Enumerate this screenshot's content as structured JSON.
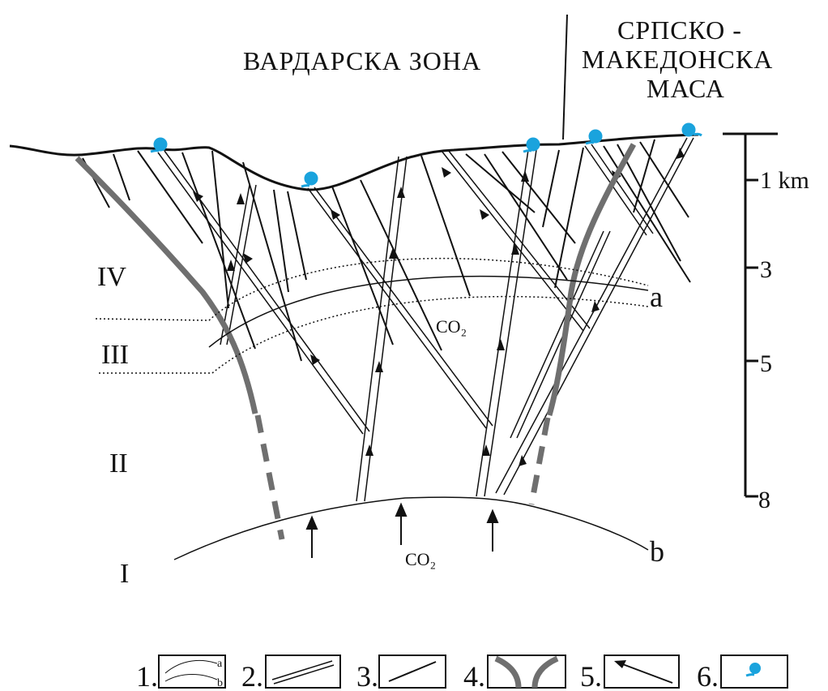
{
  "regions": {
    "vardar": "ВАРДАРСКА ЗОНА",
    "serbo_line1": "СРПСКО -",
    "serbo_line2": "МАКЕДОНСКА",
    "serbo_line3": "МАСА"
  },
  "layers": [
    "IV",
    "III",
    "II",
    "I"
  ],
  "boundaries": {
    "a": "a",
    "b": "b"
  },
  "gas": {
    "upper": "CO₂",
    "lower": "CO₂"
  },
  "scale": {
    "labels": [
      "1 km",
      "3",
      "5",
      "8"
    ]
  },
  "legend": [
    {
      "num": "1.",
      "sub_a": "a",
      "sub_b": "b"
    },
    {
      "num": "2."
    },
    {
      "num": "3."
    },
    {
      "num": "4."
    },
    {
      "num": "5."
    },
    {
      "num": "6."
    }
  ],
  "colors": {
    "spring": "#1aa3dd",
    "deep_fault": "#6f6f6f",
    "ink": "#111111"
  }
}
